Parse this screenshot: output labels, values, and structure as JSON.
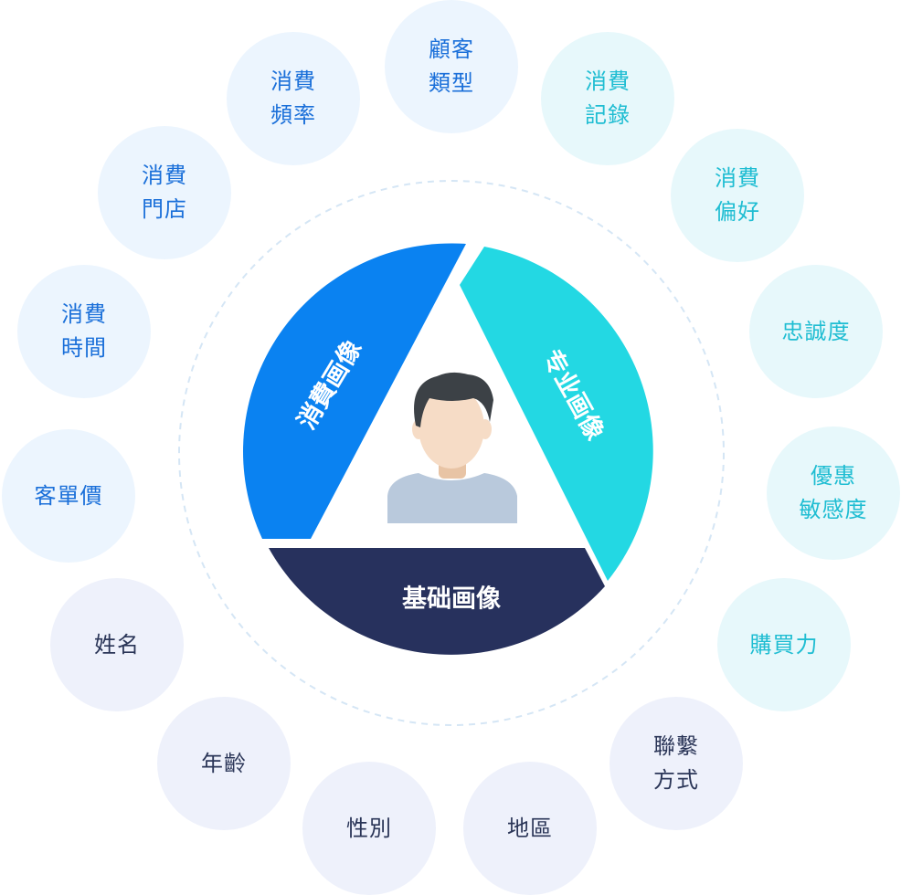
{
  "segments": {
    "consumption": {
      "label": "消費画像",
      "color": "#0a82f1"
    },
    "professional": {
      "label": "专业画像",
      "color": "#23d8e3"
    },
    "basic": {
      "label": "基础画像",
      "color": "#27315d"
    }
  },
  "bubbles": [
    {
      "key": "customer-type",
      "text": "顧客\n類型",
      "group": "blue"
    },
    {
      "key": "consumption-frequency",
      "text": "消費\n頻率",
      "group": "blue"
    },
    {
      "key": "consumption-store",
      "text": "消費\n門店",
      "group": "blue"
    },
    {
      "key": "consumption-time",
      "text": "消費\n時間",
      "group": "blue"
    },
    {
      "key": "average-order-value",
      "text": "客單價",
      "group": "blue"
    },
    {
      "key": "consumption-record",
      "text": "消費\n記錄",
      "group": "cyan"
    },
    {
      "key": "consumption-preference",
      "text": "消費\n偏好",
      "group": "cyan"
    },
    {
      "key": "loyalty",
      "text": "忠誠度",
      "group": "cyan"
    },
    {
      "key": "discount-sensitivity",
      "text": "優惠\n敏感度",
      "group": "cyan"
    },
    {
      "key": "purchasing-power",
      "text": "購買力",
      "group": "cyan"
    },
    {
      "key": "contact-method",
      "text": "聯繫\n方式",
      "group": "navy"
    },
    {
      "key": "region",
      "text": "地區",
      "group": "navy"
    },
    {
      "key": "gender",
      "text": "性別",
      "group": "navy"
    },
    {
      "key": "age",
      "text": "年齡",
      "group": "navy"
    },
    {
      "key": "name",
      "text": "姓名",
      "group": "navy"
    }
  ],
  "colors": {
    "dashed_ring": "#d5e6f5",
    "avatar_hair": "#3c4146",
    "avatar_skin": "#f6dcc6",
    "avatar_neck": "#e8c4a5",
    "avatar_shirt": "#b9c9dc"
  },
  "icons": {
    "center": "user-avatar-icon"
  }
}
